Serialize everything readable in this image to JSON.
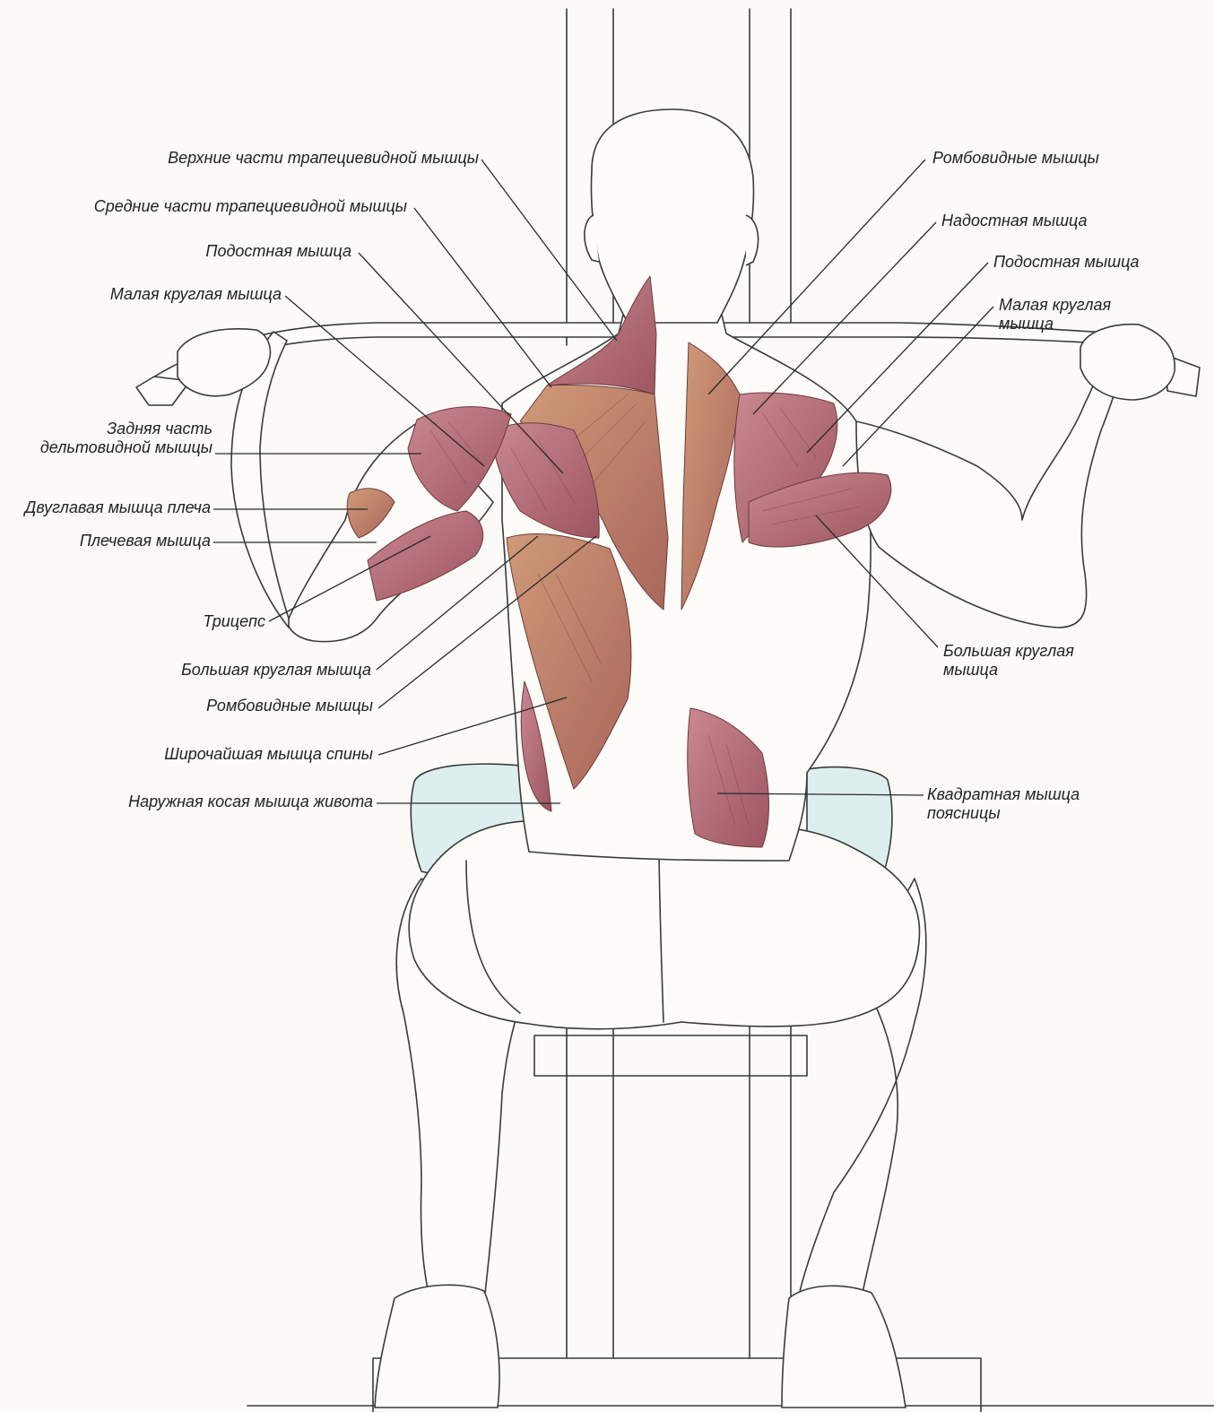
{
  "labels_left": [
    {
      "id": "upper-trapezius",
      "text": "Верхние части трапециевидной мышцы"
    },
    {
      "id": "middle-trapezius",
      "text": "Средние части трапециевидной мышцы"
    },
    {
      "id": "infraspinatus-left",
      "text": "Подостная мышца"
    },
    {
      "id": "teres-minor-left",
      "text": "Малая круглая мышца"
    },
    {
      "id": "posterior-deltoid",
      "text": "Задняя часть\nдельтовидной мышцы"
    },
    {
      "id": "biceps",
      "text": "Двуглавая мышца плеча"
    },
    {
      "id": "brachialis",
      "text": "Плечевая мышца"
    },
    {
      "id": "triceps",
      "text": "Трицепс"
    },
    {
      "id": "teres-major-left",
      "text": "Большая круглая мышца"
    },
    {
      "id": "rhomboids-left",
      "text": "Ромбовидные мышцы"
    },
    {
      "id": "latissimus",
      "text": "Широчайшая мышца спины"
    },
    {
      "id": "external-oblique",
      "text": "Наружная косая мышца живота"
    }
  ],
  "labels_right": [
    {
      "id": "rhomboids-right",
      "text": "Ромбовидные мышцы"
    },
    {
      "id": "supraspinatus",
      "text": "Надостная мышца"
    },
    {
      "id": "infraspinatus-right",
      "text": "Подостная мышца"
    },
    {
      "id": "teres-minor-right",
      "text": "Малая круглая\nмышца"
    },
    {
      "id": "teres-major-right",
      "text": "Большая круглая\nмышца"
    },
    {
      "id": "quadratus-lumborum",
      "text": "Квадратная мышца\nпоясницы"
    }
  ],
  "colors": {
    "muscle": "#b7707c",
    "muscle_dark": "#8f4852",
    "muscle_tan": "#c08a6c",
    "seat": "#dcefee",
    "skin": "#fdfcf9",
    "outline": "#3a3a3a"
  }
}
